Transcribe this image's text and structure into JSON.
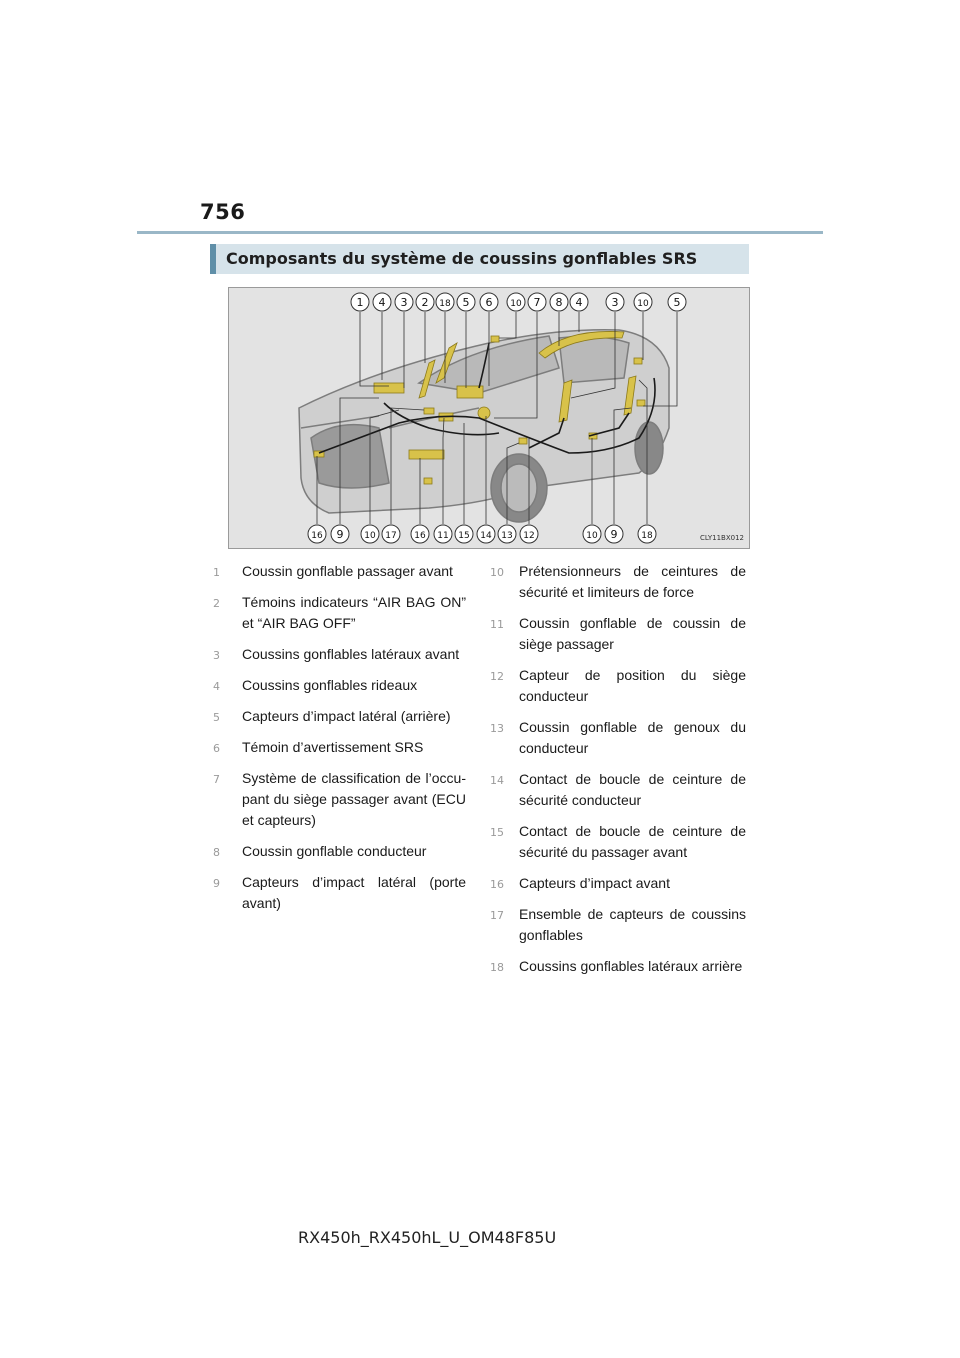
{
  "page_number": "756",
  "section_title": "Composants du système de coussins gonflables SRS",
  "figure": {
    "code": "CLY11BX012",
    "top_callouts": [
      "1",
      "4",
      "3",
      "2",
      "18",
      "5",
      "6",
      "10",
      "7",
      "8",
      "4",
      "3",
      "10",
      "5"
    ],
    "bottom_callouts": [
      "16",
      "9",
      "10",
      "17",
      "16",
      "11",
      "15",
      "14",
      "13",
      "12",
      "10",
      "9",
      "18"
    ]
  },
  "items_left": [
    {
      "num": "1",
      "text": "Coussin gonflable passager avant"
    },
    {
      "num": "2",
      "text": "Témoins indicateurs “AIR BAG ON” et “AIR BAG OFF”"
    },
    {
      "num": "3",
      "text": "Coussins gonflables latéraux avant"
    },
    {
      "num": "4",
      "text": "Coussins gonflables rideaux"
    },
    {
      "num": "5",
      "text": "Capteurs d’impact latéral (arrière)"
    },
    {
      "num": "6",
      "text": "Témoin d’avertissement SRS"
    },
    {
      "num": "7",
      "text": "Système de classification de l’occu- pant du siège passager avant (ECU et capteurs)"
    },
    {
      "num": "8",
      "text": "Coussin gonflable conducteur"
    },
    {
      "num": "9",
      "text": "Capteurs d’impact latéral (porte avant)"
    }
  ],
  "items_right": [
    {
      "num": "10",
      "text": "Prétensionneurs de ceintures de sécurité et limiteurs de force"
    },
    {
      "num": "11",
      "text": "Coussin gonflable de coussin de siège passager"
    },
    {
      "num": "12",
      "text": "Capteur de position du siège conducteur"
    },
    {
      "num": "13",
      "text": "Coussin gonflable de genoux du conducteur"
    },
    {
      "num": "14",
      "text": "Contact de boucle de ceinture de sécurité conducteur"
    },
    {
      "num": "15",
      "text": "Contact de boucle de ceinture de sécurité du passager avant"
    },
    {
      "num": "16",
      "text": "Capteurs d’impact avant"
    },
    {
      "num": "17",
      "text": "Ensemble de capteurs de coussins gonflables"
    },
    {
      "num": "18",
      "text": "Coussins gonflables latéraux arrière"
    }
  ],
  "footer": "RX450h_RX450hL_U_OM48F85U"
}
